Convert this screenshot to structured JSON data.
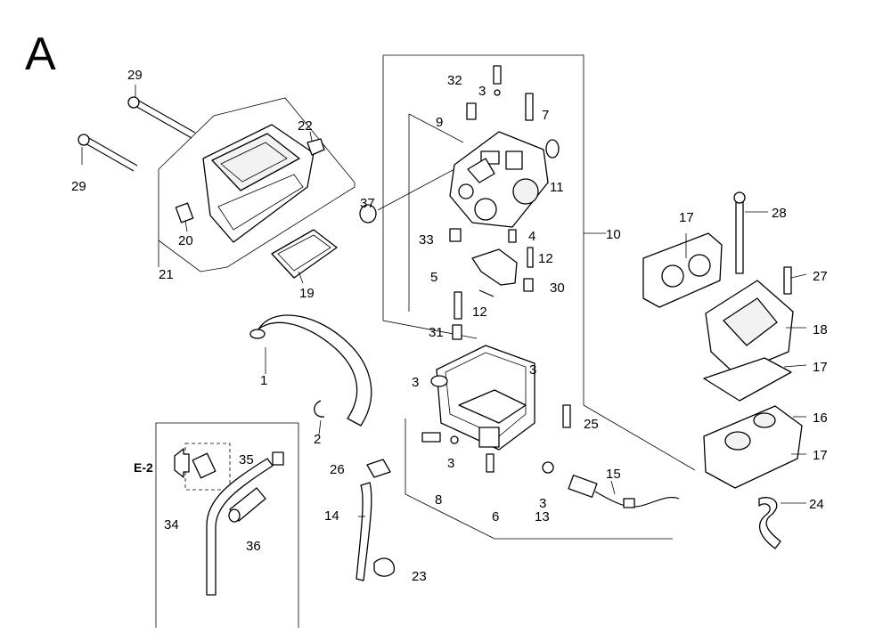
{
  "section_letter": "A",
  "reference_label": "E-2",
  "callouts": [
    "29",
    "29",
    "22",
    "20",
    "21",
    "19",
    "1",
    "2",
    "32",
    "3",
    "9",
    "7",
    "11",
    "37",
    "33",
    "4",
    "10",
    "5",
    "12",
    "30",
    "12",
    "31",
    "3",
    "3",
    "25",
    "26",
    "3",
    "8",
    "6",
    "3",
    "13",
    "15",
    "14",
    "23",
    "35",
    "34",
    "36",
    "17",
    "28",
    "27",
    "18",
    "17",
    "16",
    "17",
    "24"
  ]
}
